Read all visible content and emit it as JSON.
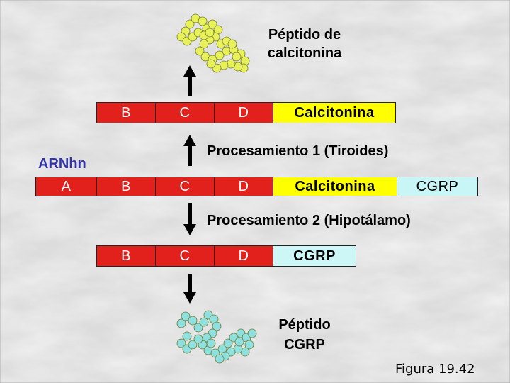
{
  "peptide_calcitonin_label": "Péptido de calcitonina",
  "peptide_calcitonin_line1": "Péptido de",
  "peptide_calcitonin_line2": "calcitonina",
  "row1": {
    "segments": [
      "B",
      "C",
      "D",
      "Calcitonina"
    ]
  },
  "processing1": "Procesamiento 1 (Tiroides)",
  "mrna_label": "ARNhn",
  "row2": {
    "segments": [
      "A",
      "B",
      "C",
      "D",
      "Calcitonina",
      "CGRP"
    ]
  },
  "processing2": "Procesamiento 2 (Hipotálamo)",
  "row3": {
    "segments": [
      "B",
      "C",
      "D",
      "CGRP"
    ]
  },
  "peptide_cgrp_line1": "Péptido",
  "peptide_cgrp_line2": "CGRP",
  "figure_caption": "Figura 19.42",
  "colors": {
    "exon_red": "#e2211c",
    "calcitonin_yellow": "#ffff00",
    "cgrp_cyan": "#cdf7f7",
    "yellow_bead": "#e8f05a",
    "cyan_bead": "#8fe0e0"
  }
}
